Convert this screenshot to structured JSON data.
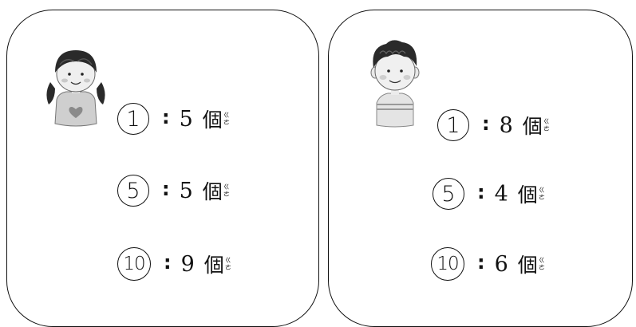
{
  "cards": [
    {
      "avatar": "girl-with-pigtails",
      "rows": [
        {
          "coin": "1",
          "colon": ":",
          "count": "5",
          "unit": "個",
          "bopomofo": [
            "ㄍ",
            "ㄜ"
          ]
        },
        {
          "coin": "5",
          "colon": ":",
          "count": "5",
          "unit": "個",
          "bopomofo": [
            "ㄍ",
            "ㄜ"
          ]
        },
        {
          "coin": "10",
          "colon": ":",
          "count": "9",
          "unit": "個",
          "bopomofo": [
            "ㄍ",
            "ㄜ"
          ]
        }
      ]
    },
    {
      "avatar": "boy-with-curly-hair",
      "rows": [
        {
          "coin": "1",
          "colon": ":",
          "count": "8",
          "unit": "個",
          "bopomofo": [
            "ㄍ",
            "ㄜ"
          ]
        },
        {
          "coin": "5",
          "colon": ":",
          "count": "4",
          "unit": "個",
          "bopomofo": [
            "ㄍ",
            "ㄜ"
          ]
        },
        {
          "coin": "10",
          "colon": ":",
          "count": "6",
          "unit": "個",
          "bopomofo": [
            "ㄍ",
            "ㄜ"
          ]
        }
      ]
    }
  ]
}
